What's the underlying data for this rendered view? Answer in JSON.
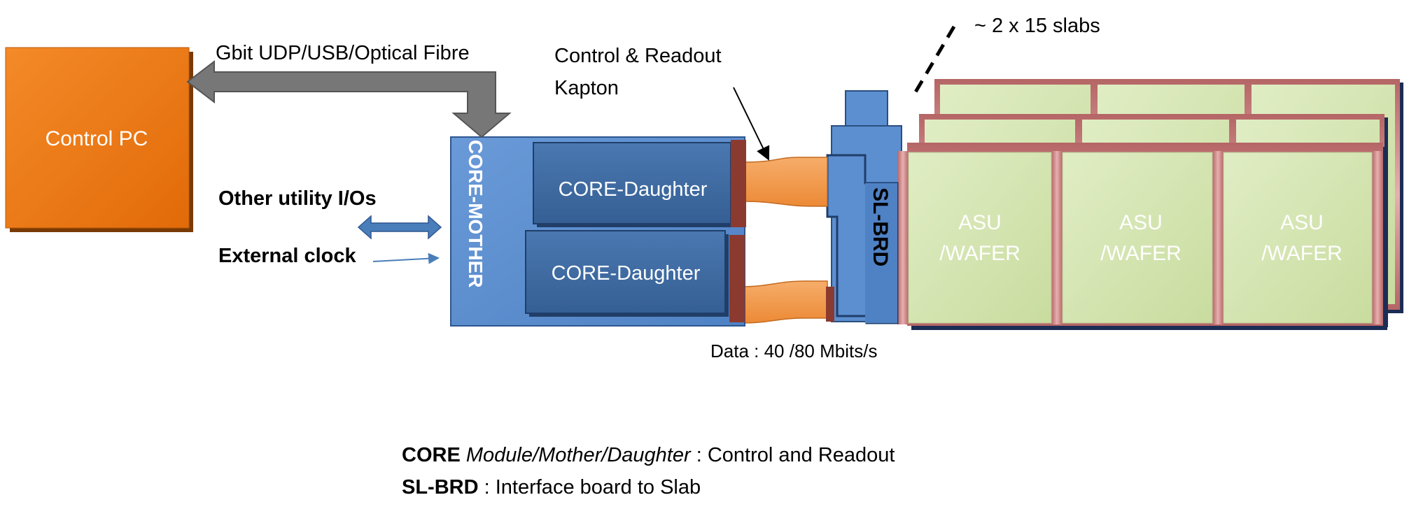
{
  "labels": {
    "control_pc": "Control PC",
    "link": "Gbit UDP/USB/Optical Fibre",
    "kapton_line1": "Control & Readout",
    "kapton_line2": "Kapton",
    "slabs": "~ 2 x 15 slabs",
    "core_mother": "CORE-MOTHER",
    "core_daughter": "CORE-Daughter",
    "sl_brd": "SL-BRD",
    "other_io": "Other utility  I/Os",
    "ext_clock": "External clock",
    "asu_line1": "ASU",
    "asu_line2": "/WAFER",
    "data_rate": "Data : 40 /80 Mbits/s"
  },
  "legend": {
    "line1_bold": "CORE",
    "line1_italic": "Module/Mother/Daughter",
    "line1_rest": " : Control and Readout",
    "line2_bold": "SL-BRD",
    "line2_rest": " : Interface board to Slab"
  },
  "colors": {
    "control_pc": "#f07a12",
    "core_mother": "#5c8fd0",
    "core_daughter": "#3d6aa0",
    "sl_brd": "#5c8fd0",
    "asu": "#d4e5b0",
    "slab_frame": "#c87a7a",
    "kapton": "#f2994a",
    "gray_arrow": "#777777",
    "blue_arrow": "#4a7ebb"
  }
}
